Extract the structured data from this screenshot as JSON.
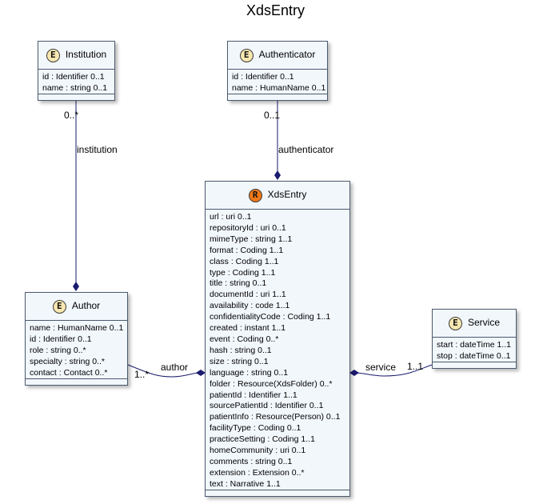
{
  "title": "XdsEntry",
  "classes": {
    "institution": {
      "stereotype": "E",
      "name": "Institution",
      "attributes": [
        "id : Identifier 0..1",
        "name : string 0..1"
      ]
    },
    "authenticator": {
      "stereotype": "E",
      "name": "Authenticator",
      "attributes": [
        "id : Identifier 0..1",
        "name : HumanName 0..1"
      ]
    },
    "author": {
      "stereotype": "E",
      "name": "Author",
      "attributes": [
        "name : HumanName 0..1",
        "id : Identifier 0..1",
        "role : string 0..*",
        "specialty : string 0..*",
        "contact : Contact 0..*"
      ]
    },
    "service": {
      "stereotype": "E",
      "name": "Service",
      "attributes": [
        "start : dateTime 1..1",
        "stop : dateTime 0..1"
      ]
    },
    "xdsentry": {
      "stereotype": "R",
      "name": "XdsEntry",
      "attributes": [
        "url : uri 0..1",
        "repositoryId : uri 0..1",
        "mimeType : string 1..1",
        "format : Coding 1..1",
        "class : Coding 1..1",
        "type : Coding 1..1",
        "title : string 0..1",
        "documentId : uri 1..1",
        "availability : code 1..1",
        "confidentialityCode : Coding 1..1",
        "created : instant 1..1",
        "event : Coding 0..*",
        "hash : string 0..1",
        "size : string 0..1",
        "language : string 0..1",
        "folder : Resource(XdsFolder) 0..*",
        "patientId : Identifier 1..1",
        "sourcePatientId : Identifier 0..1",
        "patientInfo : Resource(Person) 0..1",
        "facilityType : Coding 0..1",
        "practiceSetting : Coding 1..1",
        "homeCommunity : uri 0..1",
        "comments : string 0..1",
        "extension : Extension 0..*",
        "text : Narrative 1..1"
      ]
    }
  },
  "links": {
    "institution": {
      "role": "institution",
      "multiplicity": "0..*"
    },
    "authenticator": {
      "role": "authenticator",
      "multiplicity": "0..1"
    },
    "author": {
      "role": "author",
      "multiplicity": "1..*"
    },
    "service": {
      "role": "service",
      "multiplicity": "1..1"
    }
  },
  "colors": {
    "class_fill": "#f2f7fc",
    "class_border": "#4a5a6e",
    "line": "#1a1a6e",
    "entity_badge": "#f8e7b0",
    "resource_badge": "#f07818"
  }
}
